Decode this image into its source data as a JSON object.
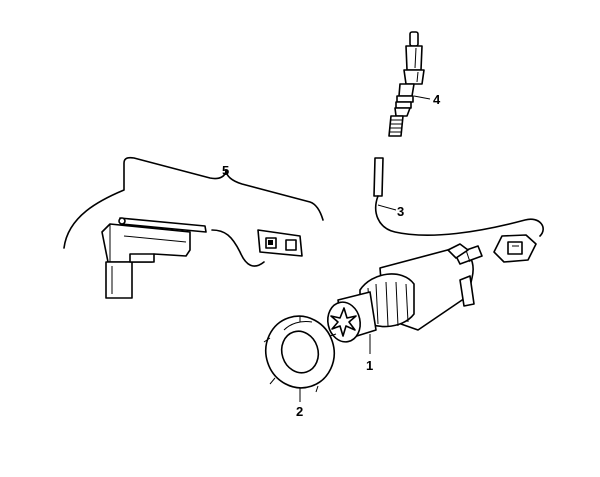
{
  "diagram": {
    "parts": [
      {
        "id": "1",
        "label": "1"
      },
      {
        "id": "2",
        "label": "2"
      },
      {
        "id": "3",
        "label": "3"
      },
      {
        "id": "4",
        "label": "4"
      },
      {
        "id": "5",
        "label": "5"
      }
    ]
  }
}
